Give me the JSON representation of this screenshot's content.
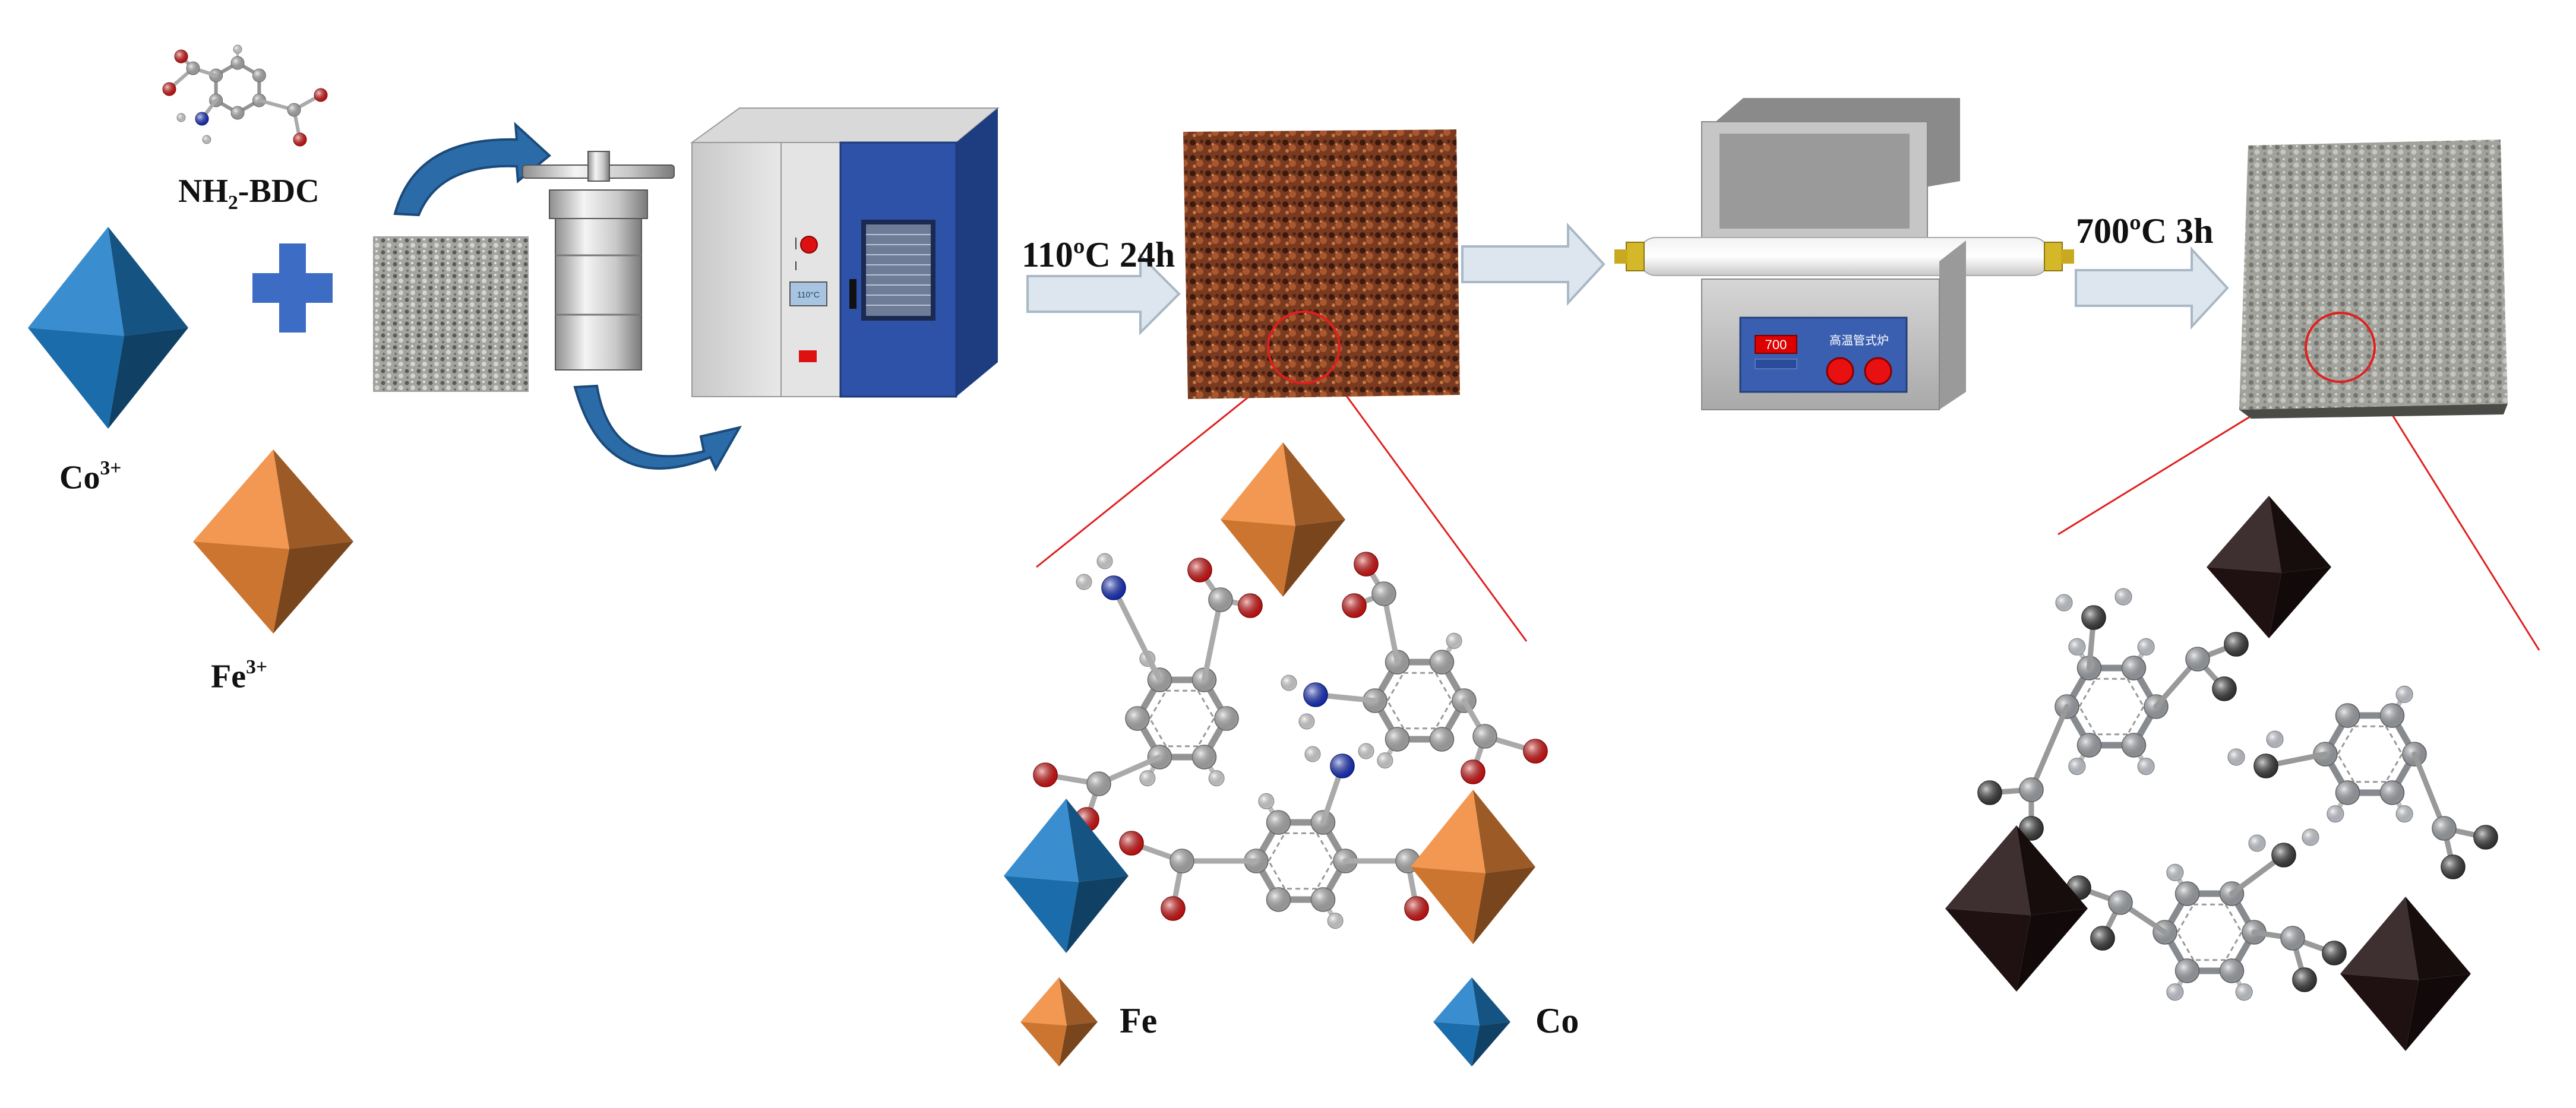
{
  "labels": {
    "ligand_main": "NH",
    "ligand_sub": "2",
    "ligand_rest": "-BDC",
    "co_ion": "Co",
    "co_charge": "3+",
    "fe_ion": "Fe",
    "fe_charge": "3+",
    "step1_condition": "110ºC 24h",
    "step2_condition": "700ºC 3h"
  },
  "legend": {
    "fe": "Fe",
    "co": "Co"
  },
  "furnace_display": "700",
  "furnace_panel_text": "高温管式炉",
  "oven_display": "110°C",
  "colors": {
    "co_octahedron": "#1f7fc8",
    "fe_octahedron": "#f08a3a",
    "calcined_octahedron": "#241414",
    "arrow_fill": "#dde6ee",
    "zoom_line": "#e02020",
    "carbon": "#b8b8b8",
    "oxygen": "#e01010",
    "nitrogen": "#1530c8",
    "hydrogen": "#e8e8e8",
    "dark_atom": "#3a3a3a",
    "oven_door": "#2d52a8",
    "plus_sign": "#3d6cc4",
    "mof_foam": "#7a3c22",
    "nickel_foam": "#9a9a9a",
    "calcined_foam": "#9c9c98"
  },
  "icons": [
    "octahedron-co-icon",
    "octahedron-fe-icon",
    "plus-icon",
    "autoclave-icon",
    "oven-icon",
    "tube-furnace-icon",
    "process-arrow-icon",
    "molecule-icon"
  ]
}
